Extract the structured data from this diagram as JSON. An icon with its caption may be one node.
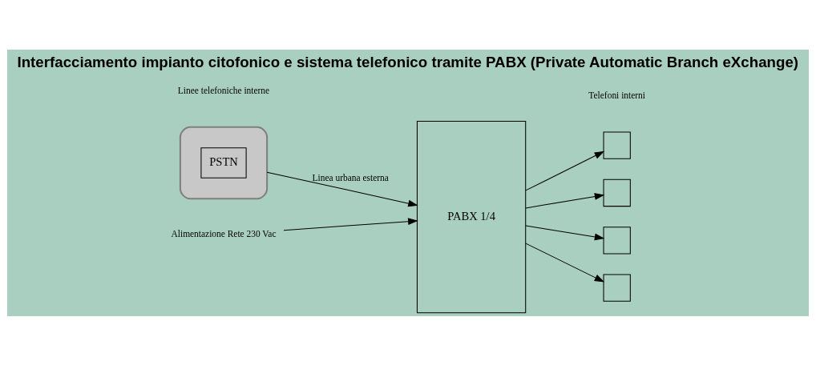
{
  "diagram": {
    "title": "Interfacciamento impianto citofonico e sistema telefonico tramite PABX (Private Automatic Branch eXchange)",
    "nodes": [
      {
        "text": [],
        "shape": "cloud"
      },
      {
        "text": [
          "PSTN"
        ],
        "in": 0
      },
      {
        "text": [
          "PABX 1/4"
        ]
      },
      {
        "text": [
          "Alimentazione Rete 230 Vac"
        ]
      },
      {
        "text": [],
        "shape": "box"
      },
      {
        "text": [],
        "shape": "box"
      },
      {
        "text": [],
        "shape": "box"
      },
      {
        "text": [],
        "shape": "box"
      }
    ],
    "edges": [
      {
        "from": 0,
        "to": 2,
        "arrow": "to",
        "label": "Linea urbana esterna"
      },
      {
        "from": 3,
        "to": 2,
        "arrow": "to"
      },
      {
        "from": 2,
        "to": 4,
        "arrow": "to"
      },
      {
        "from": 2,
        "to": 5,
        "arrow": "to"
      },
      {
        "from": 2,
        "to": 6,
        "arrow": "to"
      },
      {
        "from": 2,
        "to": 7,
        "arrow": "to"
      }
    ],
    "labels": [
      "Telefoni interni",
      "Linee telefoniche interne"
    ]
  }
}
